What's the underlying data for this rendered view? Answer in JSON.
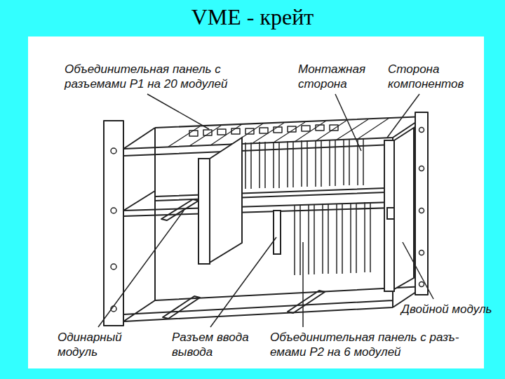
{
  "diagram": {
    "title": "VME - крейт",
    "labels": [
      "Объединительная панель с разъемами P1 на 20 модулей",
      "Монтажная сторона",
      "Сторона компонентов",
      "Одинарный модуль",
      "Разъем ввода вывода",
      "Объединительная панель с разъ- емами P2 на 6 модулей",
      "Двойной модуль"
    ]
  }
}
